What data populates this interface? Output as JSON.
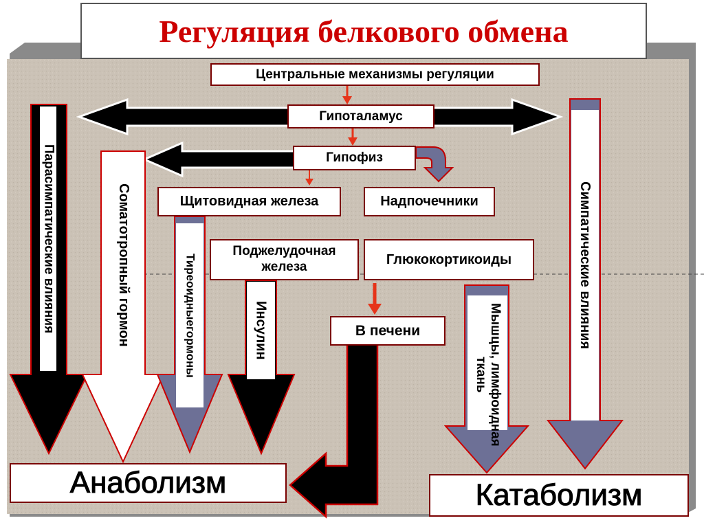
{
  "title": "Регуляция белкового обмена",
  "boxes": {
    "central": "Центральные механизмы регуляции",
    "hypothalamus": "Гипоталамус",
    "pituitary": "Гипофиз",
    "thyroid": "Щитовидная железа",
    "adrenals": "Надпочечники",
    "pancreas": "Поджелудочная железа",
    "glucocorticoids": "Глюкокортикоиды",
    "liver": "В печени",
    "anabolism": "Анаболизм",
    "catabolism": "Катаболизм"
  },
  "arrows": {
    "parasympathetic": "Парасимпатические влияния",
    "somatotropin": "Соматотропный гормон",
    "thyroid_hormones": "Тиреоидныегормоны",
    "insulin": "Инсулин",
    "muscles": "Мышцы, лимфоидная ткань",
    "sympathetic": "Симпатические влияния"
  },
  "colors": {
    "title_red": "#cc0000",
    "frame": "#7a0000",
    "black_arrow": "#000000",
    "blue_arrow": "#6d7096",
    "red_arrow": "#e6341a",
    "background": "#c9c0b4"
  }
}
